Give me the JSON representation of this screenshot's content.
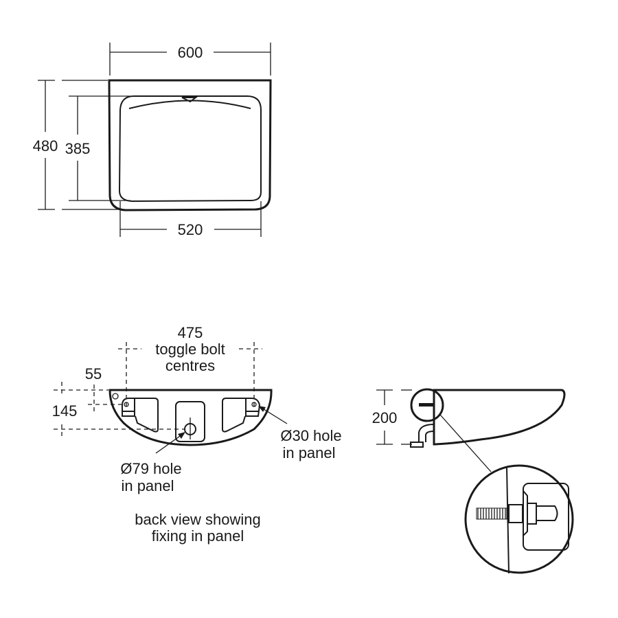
{
  "diagram": {
    "type": "technical-drawing",
    "subject": "wall-hung basin dimensions",
    "colors": {
      "line": "#1a1a1a",
      "background": "#ffffff"
    }
  },
  "top_view": {
    "overall_width": "600",
    "overall_depth": "480",
    "bowl_depth": "385",
    "bowl_width": "520"
  },
  "back_view": {
    "bolt_centres_value": "475",
    "bolt_centres_line1": "toggle bolt",
    "bolt_centres_line2": "centres",
    "offset_top": "55",
    "offset_vertical": "145",
    "hole_large_line1": "Ø79 hole",
    "hole_large_line2": "in panel",
    "hole_small_line1": "Ø30 hole",
    "hole_small_line2": "in panel",
    "caption_line1": "back view showing",
    "caption_line2": "fixing in panel"
  },
  "side_view": {
    "height": "200"
  }
}
